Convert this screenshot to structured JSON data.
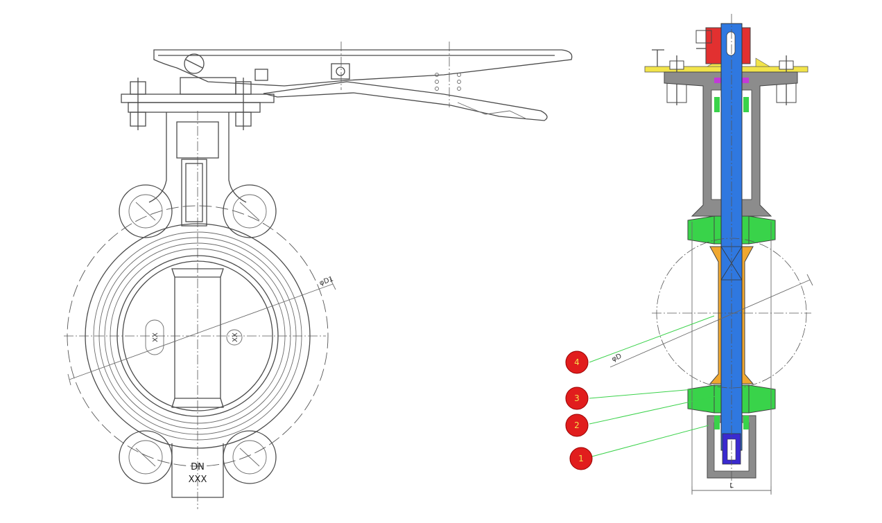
{
  "front_view": {
    "body_marking_line1": "DN",
    "body_marking_line2": "XXX",
    "dimension_label": "φD1",
    "disc_mark_left": "XX",
    "disc_mark_right": "XX"
  },
  "side_view": {
    "dimension_diameter": "φD",
    "dimension_length": "L",
    "callouts": [
      {
        "number": "1"
      },
      {
        "number": "2"
      },
      {
        "number": "3"
      },
      {
        "number": "4"
      }
    ]
  },
  "colors": {
    "stem": "#2f78e0",
    "seat": "#39d34a",
    "disc": "#f0a830",
    "body": "#8c8c8c",
    "handle_block": "#e23030",
    "plate": "#f2e44a",
    "callout": "#e11d1d"
  }
}
